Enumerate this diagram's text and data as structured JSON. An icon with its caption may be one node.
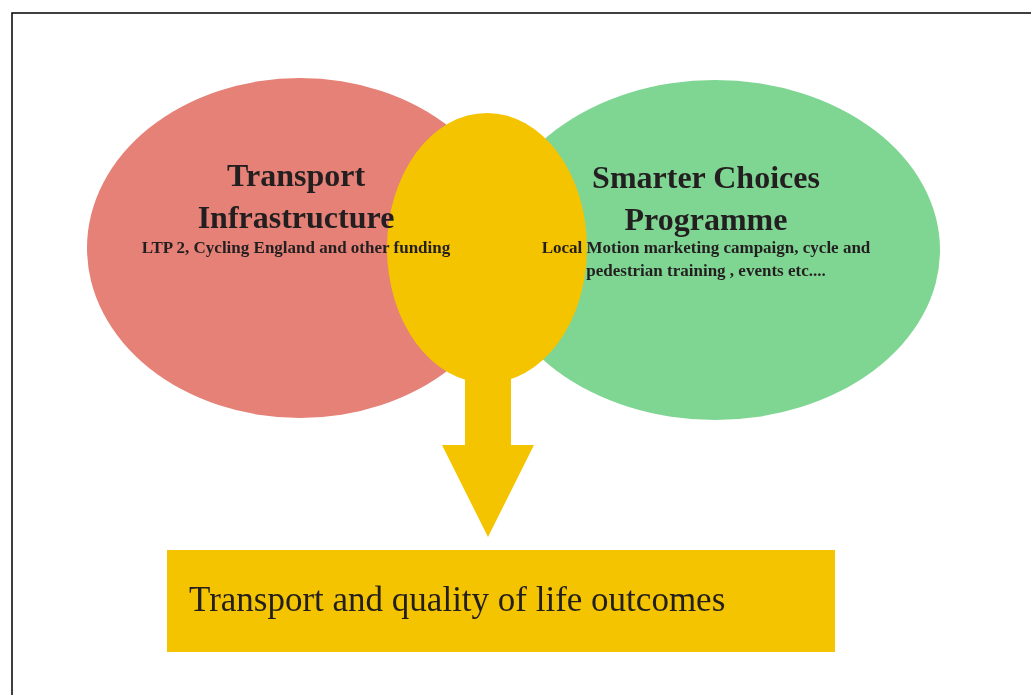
{
  "diagram": {
    "nodes": [
      {
        "text": [
          "Transport Infrastructure",
          "LTP 2, Cycling England and other funding"
        ]
      },
      {
        "text": [
          "Smarter Choices Programme",
          "Local Motion marketing campaign, cycle and pedestrian training , events etc...."
        ]
      },
      {
        "text": [],
        "shape": "circle"
      },
      {
        "text": [
          "Transport and quality of life outcomes"
        ]
      }
    ],
    "edges": [
      {
        "from": 2,
        "to": 3,
        "arrow": "to",
        "color": "#f5c400"
      }
    ]
  }
}
